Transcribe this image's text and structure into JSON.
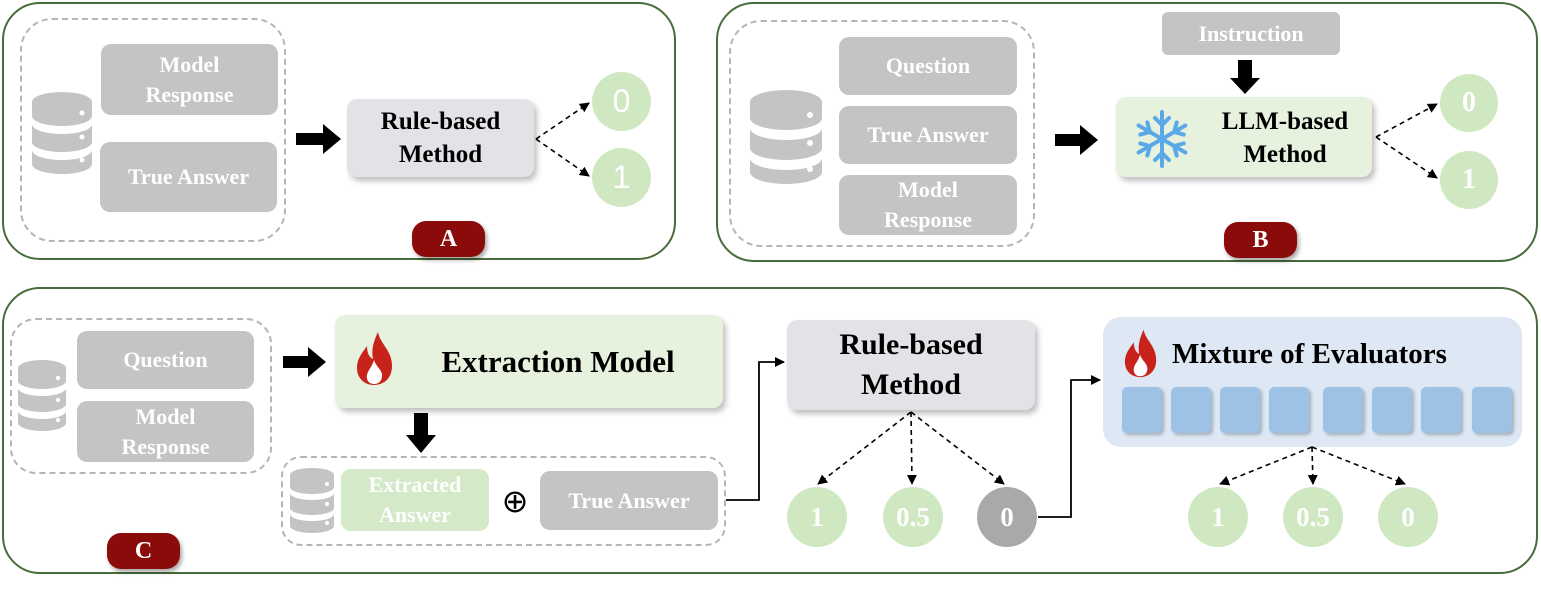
{
  "panel_a": {
    "model_response": "Model Response",
    "true_answer": "True Answer",
    "method": "Rule-based Method",
    "out_top": "0",
    "out_bottom": "1",
    "badge": "A"
  },
  "panel_b": {
    "instruction": "Instruction",
    "question": "Question",
    "true_answer": "True Answer",
    "model_response": "Model Response",
    "method": "LLM-based Method",
    "out_top": "0",
    "out_bottom": "1",
    "badge": "B"
  },
  "panel_c": {
    "question": "Question",
    "model_response": "Model Response",
    "extraction_model": "Extraction Model",
    "extracted_answer": "Extracted Answer",
    "oplus": "⊕",
    "true_answer": "True Answer",
    "rule_method": "Rule-based Method",
    "rule_outputs": [
      "1",
      "0.5",
      "0"
    ],
    "mixture": "Mixture of Evaluators",
    "mixture_outputs": [
      "1",
      "0.5",
      "0"
    ],
    "badge": "C"
  },
  "colors": {
    "panel_border": "#4a6b3a",
    "gray_box": "#c4c4c4",
    "green_box": "#d4e9c8",
    "method_box": "#e2e3e7",
    "output_circle": "#cfe8c1",
    "badge": "#8b0a0a",
    "evaluator_cell": "#9ec2e6",
    "snowflake": "#5aa8e6",
    "flame": "#c8231b"
  },
  "icons": [
    "database-icon",
    "snowflake-icon",
    "flame-icon",
    "arrow-icon"
  ]
}
